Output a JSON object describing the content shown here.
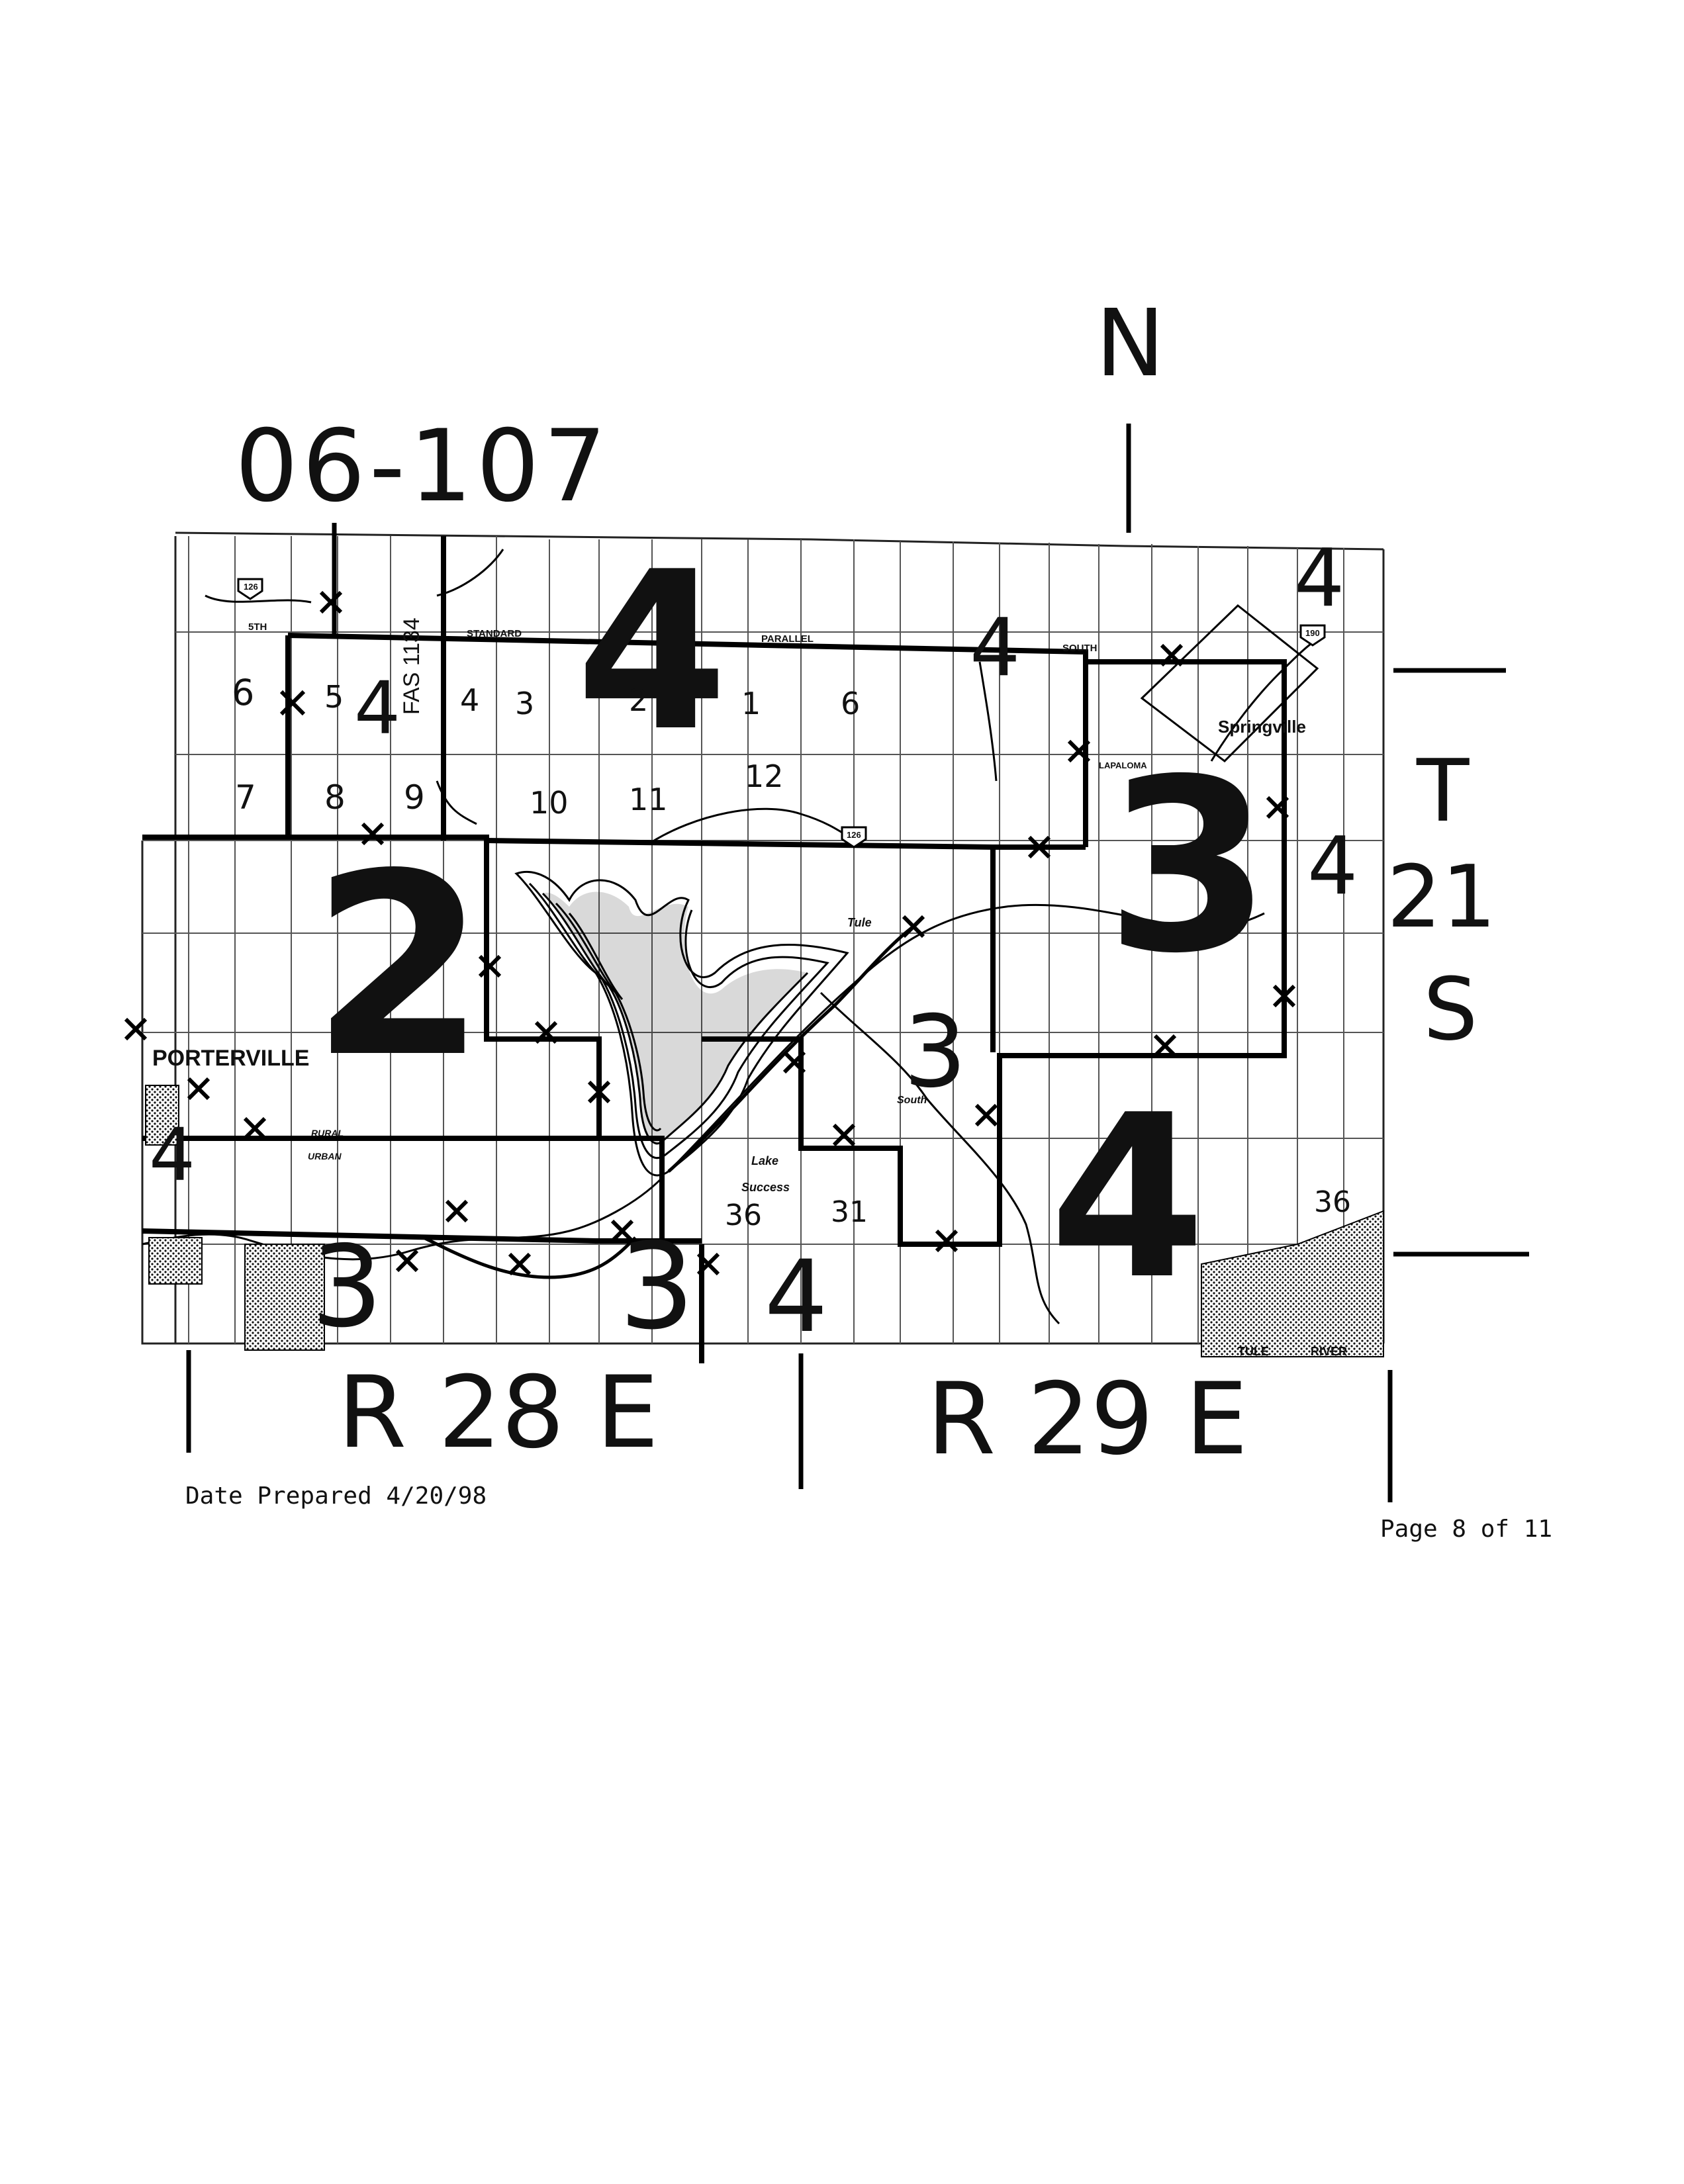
{
  "map": {
    "map_number": "06-107",
    "north_label": "N",
    "township": {
      "t": "T",
      "num": "21",
      "s": "S"
    },
    "range_west": "R 28 E",
    "range_east": "R 29 E",
    "big_zone_labels": [
      "4",
      "2",
      "3",
      "3",
      "4",
      "3",
      "3",
      "4",
      "4",
      "4",
      "4",
      "4",
      "4"
    ],
    "section_numbers": [
      "6",
      "5",
      "4",
      "3",
      "2",
      "1",
      "6",
      "7",
      "8",
      "9",
      "10",
      "11",
      "12",
      "36",
      "31",
      "36"
    ],
    "place_labels": {
      "porterville": "PORTERVILLE",
      "springville": "Springville",
      "lake_success_1": "Lake",
      "lake_success_2": "Success",
      "tule_river_1": "TULE",
      "tule_river_2": "RIVER",
      "tule": "Tule",
      "south": "South",
      "standard": "STANDARD",
      "parallel": "PARALLEL",
      "south_label": "SOUTH",
      "fas": "FAS 1134",
      "sth": "5TH",
      "rural": "RURAL",
      "urban": "URBAN",
      "la_paloma": "LAPALOMA",
      "route_126a": "126",
      "route_126b": "126",
      "route_190": "190"
    }
  },
  "footer": {
    "date_prepared": "Date Prepared 4/20/98",
    "page": "Page 8 of 11"
  }
}
